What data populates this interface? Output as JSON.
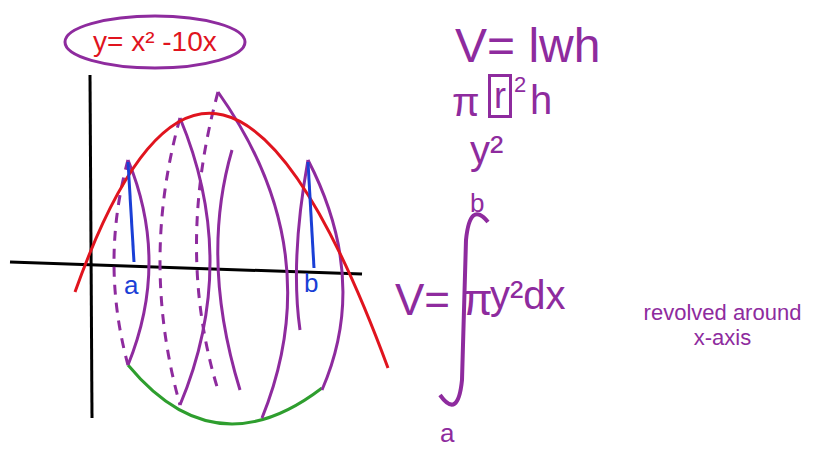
{
  "diagram": {
    "nodes": [
      {
        "text": [
          "y= x² -10x"
        ]
      },
      {
        "text": [
          "r"
        ]
      }
    ],
    "labels": [
      "V= lwh",
      "π",
      "2",
      "h",
      "y²",
      "V= π",
      "b",
      "a",
      "y²dx",
      "revolved around x-axis",
      "a",
      "b"
    ]
  }
}
